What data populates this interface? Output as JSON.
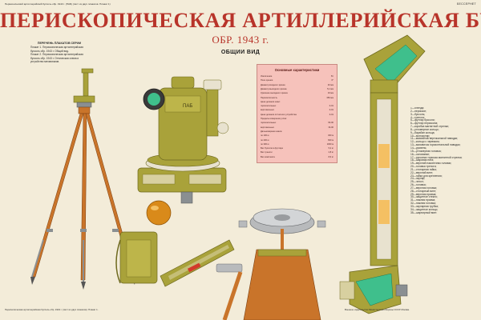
{
  "header_left": "Периконический артиллерийский буссоль обр. 1943 г. (ПАБ) (лист из двух плакатов. Плакат 1)",
  "header_right": "БЕССЕРНЕТ",
  "title": "ПЕРИСКОПИЧЕСКАЯ АРТИЛЛЕРИЙСКАЯ БУССОЛЬ",
  "subtitle": "ОБР. 1943 г.",
  "view_title": "ОБЩИЙ ВИД",
  "legend": {
    "title": "ПЕРЕЧЕНЬ ПЛАКАТОВ СЕРИИ",
    "items": [
      "Плакат 1. Перископическая артиллерийская буссоль обр. 1943 г. Общий вид.",
      "Плакат 2. Перископическая артиллерийская буссоль обр. 1943 г. Оптическая схема и устройство механизмов."
    ]
  },
  "device_label": "ПАБ",
  "specs": {
    "title": "Основные характеристики",
    "rows": [
      {
        "label": "Увеличение",
        "value": "8×"
      },
      {
        "label": "Поле зрения",
        "value": "6°"
      },
      {
        "label": "Диаметр входного зрачка",
        "value": "40 мм"
      },
      {
        "label": "Диаметр выходного зрачка",
        "value": "5,1 мм"
      },
      {
        "label": "Удаление выходного зрачка",
        "value": "19 мм"
      },
      {
        "label": "Перископичность",
        "value": "350 мм"
      },
      {
        "label": "Цена деления шкал:",
        "value": ""
      },
      {
        "label": "горизонтальных",
        "value": "0-01"
      },
      {
        "label": "вертикальных",
        "value": "0-01"
      },
      {
        "label": "Цена деления отсчетного устройства",
        "value": "0-01"
      },
      {
        "label": "Пределы измерения углов:",
        "value": ""
      },
      {
        "label": "горизонтальных",
        "value": "60-00"
      },
      {
        "label": "вертикальных",
        "value": "±3-00"
      },
      {
        "label": "Дальномерная шкала:",
        "value": ""
      },
      {
        "label": "по 100 м",
        "value": "300 м"
      },
      {
        "label": "по 200 м",
        "value": "600 м"
      },
      {
        "label": "по 300 м",
        "value": "1000 м"
      },
      {
        "label": "Вес буссоли в футляре",
        "value": "5,2 кг"
      },
      {
        "label": "Вес треноги",
        "value": "2,8 кг"
      },
      {
        "label": "Вес комплекта",
        "value": "8,6 кг"
      }
    ]
  },
  "parts": [
    "1—бленда;",
    "2—перископ;",
    "3—буссоль;",
    "4—тренога;",
    "5—футляр буссоли;",
    "6—футляр перископа;",
    "7—коробка магнитной стрелки;",
    "8—угломерное кольцо;",
    "9—барабан кольца;",
    "10—монокуляр;",
    "11—маховичок вертикальной наводки;",
    "12—кольцо с червяком;",
    "13—маховичок горизонтальной наводки;",
    "14—уровень;",
    "15—угломерная головка;",
    "16—основание;",
    "17—рукоятка тормоза магнитной стрелки;",
    "18—шаровая пята;",
    "19—верхний наконечник головки;",
    "20—головка треноги;",
    "21—стопорная гайка;",
    "22—верхний винт;",
    "23—гайка для крепления;",
    "24—окуляр;",
    "25—чехол;",
    "26—головка;",
    "27—верхняя головка;",
    "28—стопорный винт;",
    "29—верхняя призма;",
    "30—защитное стекло;",
    "31—нижняя призма;",
    "32—нижняя головка;",
    "33—окулярная трубка;",
    "34—защитное кольцо;",
    "35—шарнирный винт."
  ],
  "footer_left": "Перископическая артиллерийская буссоль обр. 1943 г. (лист из двух плакатов). Плакат 1.",
  "footer_right": "Военное издательство Министерства обороны СССР. Москва.",
  "colors": {
    "title": "#b8342a",
    "olive": "#a9a23a",
    "olive_dark": "#6f6a1f",
    "tripod_wood": "#c9742a",
    "tripod_metal": "#8a8f92",
    "specs_bg": "#f6c2bb",
    "brass": "#d98a1a",
    "glass": "#3fbf8c"
  }
}
